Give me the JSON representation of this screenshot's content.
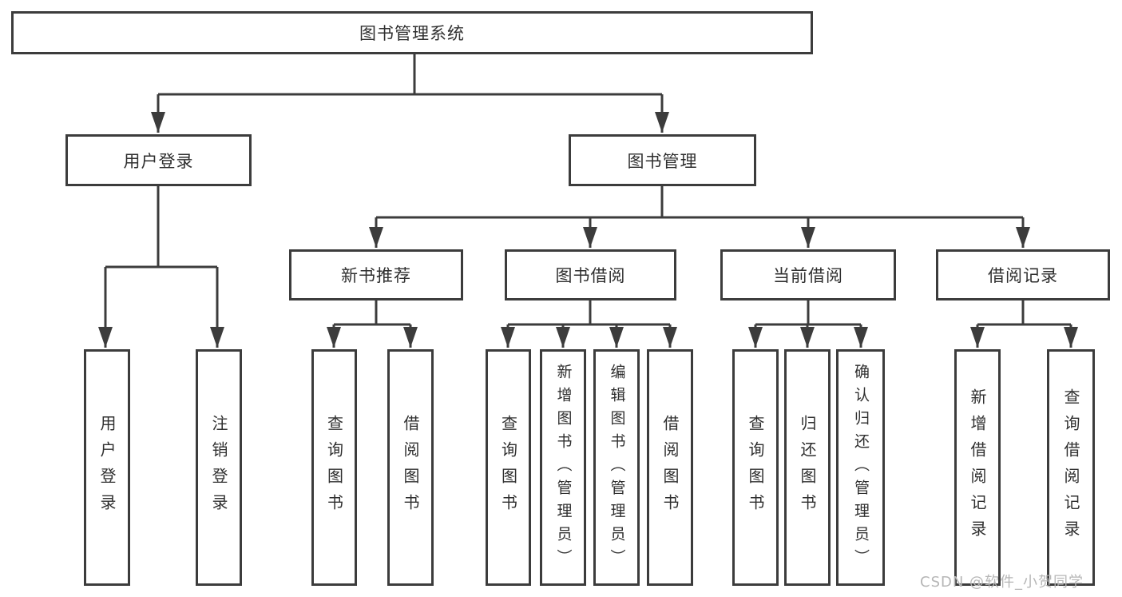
{
  "diagram": {
    "root": {
      "label": "图书管理系统",
      "children": [
        {
          "label": "用户登录",
          "leaves": [
            "用户登录",
            "注销登录"
          ]
        },
        {
          "label": "图书管理",
          "children": [
            {
              "label": "新书推荐",
              "leaves": [
                "查询图书",
                "借阅图书"
              ]
            },
            {
              "label": "图书借阅",
              "leaves": [
                "查询图书",
                "新增图书（管理员）",
                "编辑图书（管理员）",
                "借阅图书"
              ]
            },
            {
              "label": "当前借阅",
              "leaves": [
                "查询图书",
                "归还图书",
                "确认归还（管理员）"
              ]
            },
            {
              "label": "借阅记录",
              "leaves": [
                "新增借阅记录",
                "查询借阅记录"
              ]
            }
          ]
        }
      ]
    },
    "line_color": "#3c3c3c"
  },
  "watermark": {
    "text": "CSDN @软件_小贺同学"
  }
}
